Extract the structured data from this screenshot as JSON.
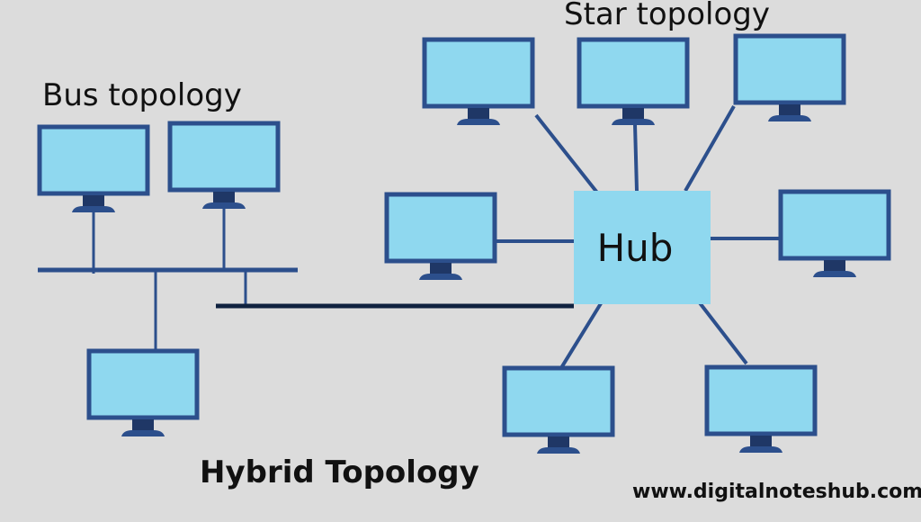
{
  "diagram": {
    "title": "Hybrid Topology",
    "bus_label": "Bus topology",
    "star_label": "Star topology",
    "hub_label": "Hub",
    "website": "www.digitalnoteshub.com"
  },
  "colors": {
    "background": "#dcdcdc",
    "screen_fill": "#8fd8ef",
    "monitor_stroke": "#2c4f8c",
    "hub_fill": "#8fd8ef",
    "backbone": "#0f2240",
    "text": "#111111"
  },
  "icons": {
    "computer": "monitor-icon",
    "hub": "hub-box"
  }
}
